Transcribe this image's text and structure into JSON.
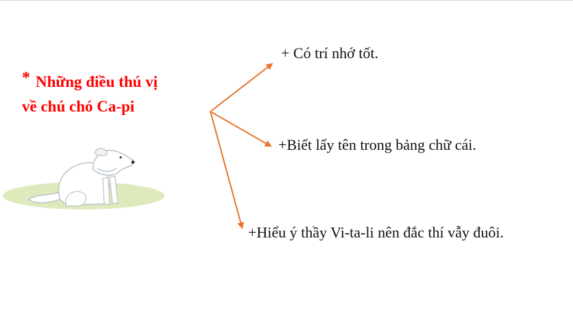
{
  "heading": {
    "bullet": "*",
    "line1": "Những điều thú vị",
    "line2": "về chú chó Ca-pi"
  },
  "traits": [
    "+ Có trí nhớ tốt.",
    "+Biết lấy tên trong bảng chữ cái.",
    "+Hiểu ý thầy Vi-ta-li nên đắc thí vẫy đuôi."
  ],
  "colors": {
    "heading": "#ff0000",
    "arrow": "#e8742a",
    "text": "#111111",
    "grass": "#d9e6b0"
  },
  "illustration": {
    "icon": "white-dog-icon"
  }
}
